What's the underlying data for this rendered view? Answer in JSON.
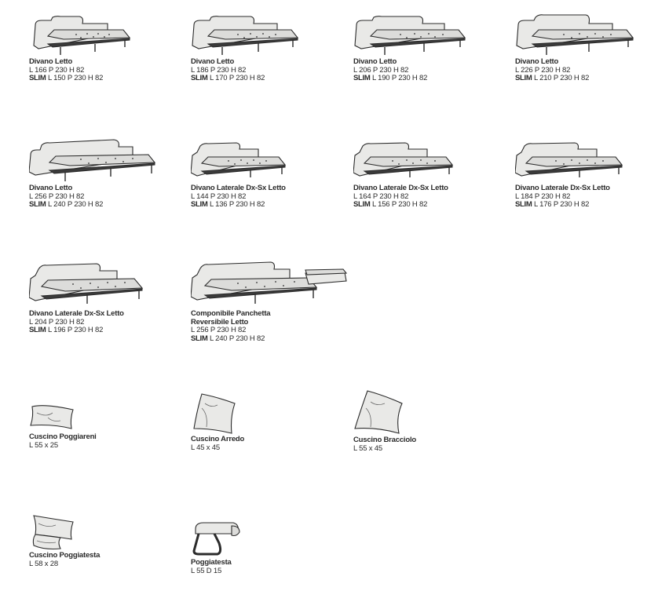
{
  "items": [
    {
      "name": "Divano Letto",
      "line1": "L 166 P 230 H 82",
      "slim_label": "SLIM",
      "slim": "L 150 P 230 H 82",
      "icon": "sofa-bed-icon"
    },
    {
      "name": "Divano Letto",
      "line1": "L 186 P 230 H 82",
      "slim_label": "SLIM",
      "slim": "L 170 P 230 H 82",
      "icon": "sofa-bed-icon"
    },
    {
      "name": "Divano Letto",
      "line1": "L 206 P 230 H 82",
      "slim_label": "SLIM",
      "slim": "L 190 P 230 H 82",
      "icon": "sofa-bed-icon"
    },
    {
      "name": "Divano Letto",
      "line1": "L 226 P 230 H 82",
      "slim_label": "SLIM",
      "slim": "L 210 P 230 H 82",
      "icon": "sofa-bed-icon"
    },
    {
      "name": "Divano Letto",
      "line1": "L 256 P 230 H 82",
      "slim_label": "SLIM",
      "slim": "L 240 P 230 H 82",
      "icon": "sofa-bed-icon"
    },
    {
      "name": "Divano Laterale Dx-Sx Letto",
      "line1": "L 144 P 230 H 82",
      "slim_label": "SLIM",
      "slim": "L 136 P 230 H 82",
      "icon": "side-sofa-bed-icon"
    },
    {
      "name": "Divano Laterale Dx-Sx Letto",
      "line1": "L 164 P 230 H 82",
      "slim_label": "SLIM",
      "slim": "L 156 P 230 H 82",
      "icon": "side-sofa-bed-icon"
    },
    {
      "name": "Divano Laterale Dx-Sx Letto",
      "line1": "L 184 P 230 H 82",
      "slim_label": "SLIM",
      "slim": "L 176 P 230 H 82",
      "icon": "side-sofa-bed-icon"
    },
    {
      "name": "Divano Laterale Dx-Sx Letto",
      "line1": "L 204 P 230 H 82",
      "slim_label": "SLIM",
      "slim": "L 196 P 230 H 82",
      "icon": "side-sofa-bed-icon"
    },
    {
      "name": "Componibile Panchetta",
      "name2": "Reversibile Letto",
      "line1": "L 256 P 230 H 82",
      "slim_label": "SLIM",
      "slim": "L 240 P 230 H 82",
      "icon": "modular-bench-sofa-bed-icon"
    },
    {
      "name": "Cuscino Poggiareni",
      "line1": "L 55 x 25",
      "icon": "lumbar-cushion-icon"
    },
    {
      "name": "Cuscino Arredo",
      "line1": "L 45 x 45",
      "icon": "decor-cushion-icon"
    },
    {
      "name": "Cuscino Bracciolo",
      "line1": "L 55 x 45",
      "icon": "armrest-cushion-icon"
    },
    {
      "name": "Cuscino Poggiatesta",
      "line1": "L 58 x 28",
      "icon": "headrest-cushion-icon"
    },
    {
      "name": "Poggiatesta",
      "line1": "L 55 D 15",
      "icon": "headrest-icon"
    }
  ]
}
